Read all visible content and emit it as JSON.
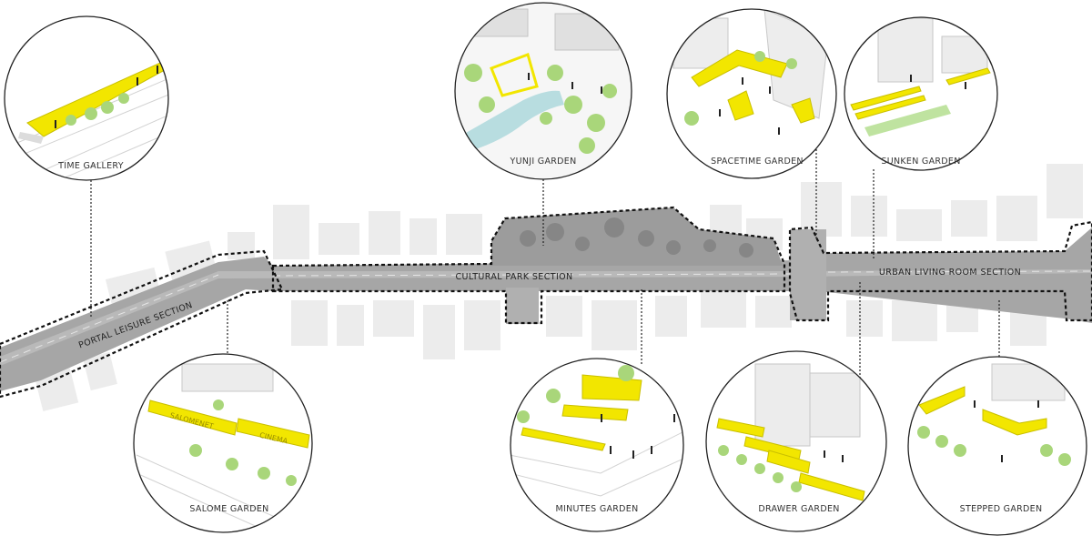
{
  "diagram": {
    "sections": [
      {
        "id": "portal",
        "label": "PORTAL LEISURE SECTION"
      },
      {
        "id": "cultural",
        "label": "CULTURAL PARK SECTION"
      },
      {
        "id": "urban",
        "label": "URBAN LIVING ROOM SECTION"
      }
    ],
    "gardens": [
      {
        "id": "time-gallery",
        "label": "TIME GALLERY"
      },
      {
        "id": "yunji",
        "label": "YUNJI GARDEN"
      },
      {
        "id": "spacetime",
        "label": "SPACETIME GARDEN"
      },
      {
        "id": "sunken",
        "label": "SUNKEN GARDEN"
      },
      {
        "id": "salome",
        "label": "SALOME GARDEN"
      },
      {
        "id": "minutes",
        "label": "MINUTES GARDEN"
      },
      {
        "id": "drawer",
        "label": "DRAWER GARDEN"
      },
      {
        "id": "stepped",
        "label": "STEPPED GARDEN"
      }
    ],
    "signs": {
      "salome_sign": "SALOMENET",
      "cinema_sign": "CINEMA"
    },
    "colors": {
      "accent": "#f2e600",
      "road": "#9a9a9a",
      "tree": "#a9d67a",
      "water": "#b8dde0",
      "building": "#e6e6e6"
    }
  }
}
